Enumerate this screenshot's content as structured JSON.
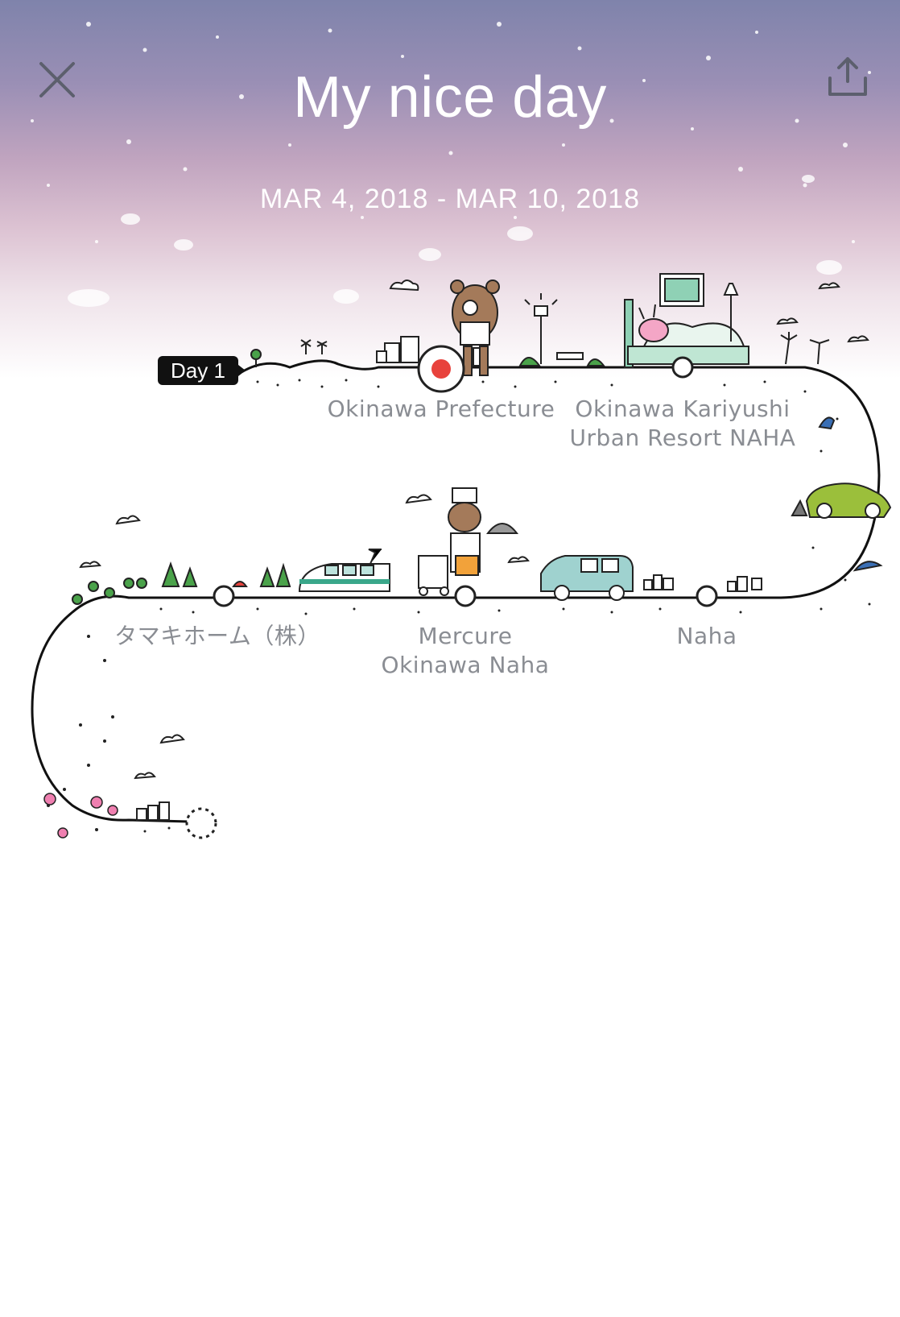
{
  "header": {
    "title": "My nice day",
    "date_range": "MAR 4, 2018 - MAR 10, 2018",
    "close_icon": "close-x-icon",
    "share_icon": "share-upload-icon"
  },
  "timeline": {
    "day_label": "Day 1",
    "stops": [
      {
        "lines": [
          "Okinawa Prefecture"
        ],
        "marker": "current-red"
      },
      {
        "lines": [
          "Okinawa Kariyushi",
          "Urban Resort NAHA"
        ],
        "marker": "visited"
      },
      {
        "lines": [
          "Naha"
        ],
        "marker": "visited"
      },
      {
        "lines": [
          "Mercure",
          "Okinawa Naha"
        ],
        "marker": "visited"
      },
      {
        "lines": [
          "タマキホーム（株）"
        ],
        "marker": "visited"
      }
    ],
    "end_marker": "dashed-empty"
  },
  "colors": {
    "sky_top": "#7f83ab",
    "sky_mid": "#c0a4bf",
    "current_marker": "#e8423c",
    "label_gray": "#8a8d93",
    "accent_green": "#3aa78a",
    "car_green": "#9bbf3b",
    "van_teal": "#9fd2cf",
    "pink": "#ef7fb0"
  }
}
